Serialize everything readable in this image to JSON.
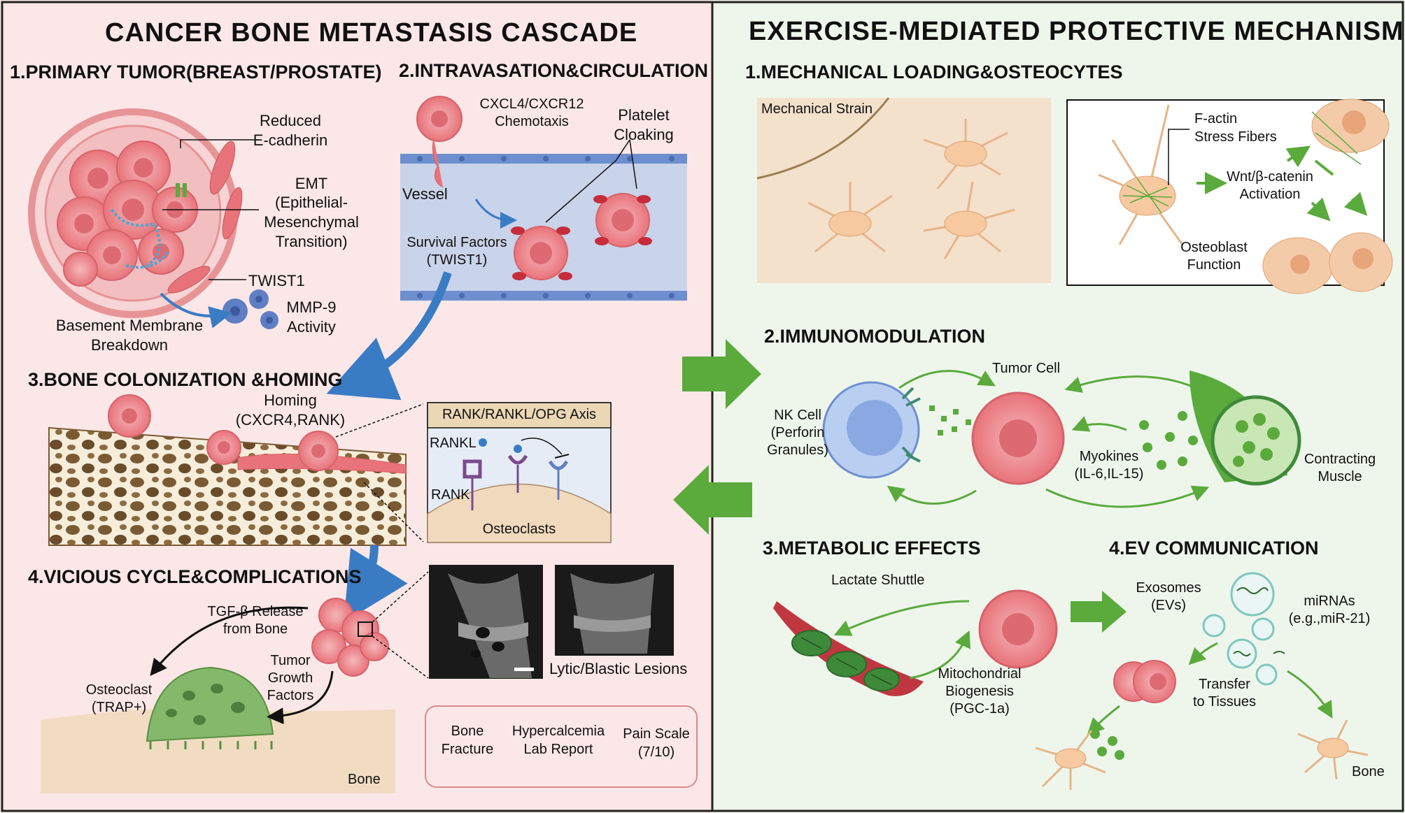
{
  "left": {
    "title": "CANCER BONE METASTASIS CASCADE",
    "s1": {
      "title": "1.PRIMARY TUMOR(BREAST/PROSTATE)",
      "reduced": "Reduced",
      "ecad": "E-cadherin",
      "emt1": "EMT",
      "emt2": "(Epithelial-",
      "emt3": "Mesenchymal",
      "emt4": "Transition)",
      "twist": "TWIST1",
      "mmp1": "MMP-9",
      "mmp2": "Activity",
      "bm1": "Basement Membrane",
      "bm2": "Breakdown"
    },
    "s2": {
      "title": "2.INTRAVASATION&CIRCULATION",
      "chemo1": "CXCL4/CXCR12",
      "chemo2": "Chemotaxis",
      "plate1": "Platelet",
      "plate2": "Cloaking",
      "vessel": "Vessel",
      "surv1": "Survival Factors",
      "surv2": "(TWIST1)"
    },
    "s3": {
      "title": "3.BONE COLONIZATION &HOMING",
      "hom1": "Homing",
      "hom2": "(CXCR4,RANK)",
      "axis": "RANK/RANKL/OPG Axis",
      "rankl": "RANKL",
      "rank": "RANK",
      "ocl": "Osteoclasts"
    },
    "s4": {
      "title": "4.VICIOUS CYCLE&COMPLICATIONS",
      "tgf1": "TGF-β Release",
      "tgf2": "from Bone",
      "oc1": "Osteoclast",
      "oc2": "(TRAP+)",
      "tg1": "Tumor",
      "tg2": "Growth",
      "tg3": "Factors",
      "bone": "Bone",
      "lytic": "Lytic/Blastic Lesions",
      "bf1": "Bone",
      "bf2": "Fracture",
      "hc1": "Hypercalcemia",
      "hc2": "Lab Report",
      "ps1": "Pain Scale",
      "ps2": "(7/10)"
    }
  },
  "right": {
    "title": "EXERCISE-MEDIATED PROTECTIVE MECHANISMS",
    "r1": {
      "title": "1.MECHANICAL  LOADING&OSTEOCYTES",
      "strain": "Mechanical Strain",
      "fa1": "F-actin",
      "fa2": "Stress Fibers",
      "wnt1": "Wnt/β-catenin",
      "wnt2": "Activation",
      "ob1": "Osteoblast",
      "ob2": "Function"
    },
    "r2": {
      "title": "2.IMMUNOMODULATION",
      "tumor": "Tumor Cell",
      "nk1": "NK Cell",
      "nk2": "(Perforin",
      "nk3": "Granules)",
      "myo1": "Myokines",
      "myo2": "(IL-6,IL-15)",
      "mus1": "Contracting",
      "mus2": "Muscle"
    },
    "r3": {
      "title": "3.METABOLIC  EFFECTS",
      "lact": "Lactate Shuttle",
      "mito1": "Mitochondrial",
      "mito2": "Biogenesis",
      "mito3": "(PGC-1a)"
    },
    "r4": {
      "title": "4.EV COMMUNICATION",
      "exo1": "Exosomes",
      "exo2": "(EVs)",
      "mir1": "miRNAs",
      "mir2": "(e.g.,miR-21)",
      "tr1": "Transfer",
      "tr2": "to Tissues",
      "bone": "Bone"
    }
  },
  "colors": {
    "left_bg": "#fbe7e7",
    "right_bg": "#eef6ec",
    "tumor": "#e8737a",
    "arrow_blue": "#3a7cc4",
    "arrow_green": "#5aaa3c",
    "bone_tan": "#f1dcc2",
    "osteoclast_green": "#84b86a"
  }
}
